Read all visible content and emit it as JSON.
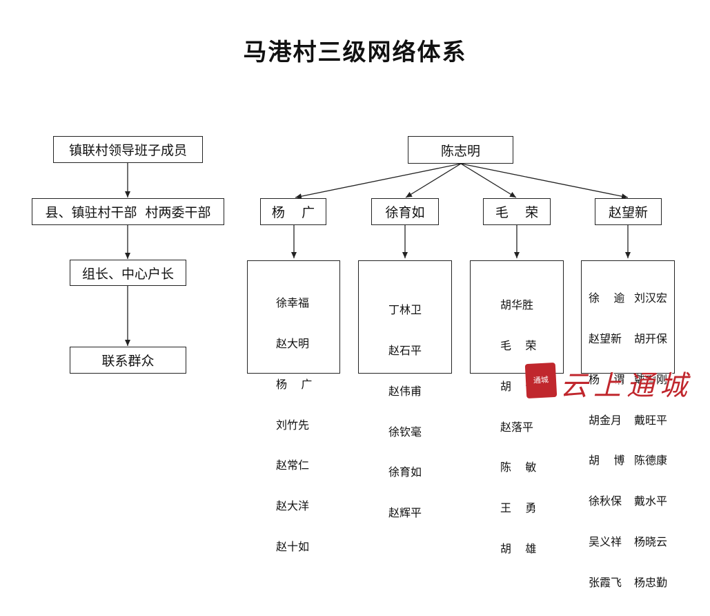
{
  "title": "马港村三级网络体系",
  "left_chain": [
    "镇联村领导班子成员",
    "县、镇驻村干部  村两委干部",
    "组长、中心户长",
    "联系群众"
  ],
  "root": "陈志明",
  "branches": [
    {
      "name": "杨    广",
      "members": [
        "徐幸福",
        "赵大明",
        "杨    广",
        "刘竹先",
        "赵常仁",
        "赵大洋",
        "赵十如"
      ]
    },
    {
      "name": "徐育如",
      "members": [
        "丁林卫",
        "赵石平",
        "赵伟甫",
        "徐钦毫",
        "徐育如",
        "赵辉平"
      ]
    },
    {
      "name": "毛    荣",
      "members": [
        "胡华胜",
        "毛    荣",
        "胡    伟",
        "赵落平",
        "陈    敏",
        "王    勇",
        "胡    雄"
      ]
    },
    {
      "name": "赵望新",
      "members_col1": [
        "徐    逾",
        "赵望新",
        "杨    谓",
        "胡金月",
        "胡    博",
        "徐秋保",
        "吴义祥",
        "张霞飞"
      ],
      "members_col2": [
        "刘汉宏",
        "胡开保",
        "戴雪刚",
        "戴旺平",
        "陈德康",
        "戴水平",
        "杨晓云",
        "杨忠勤"
      ]
    }
  ],
  "watermark": {
    "seal_text": "通城",
    "text": "云上通城",
    "color": "#c0272d"
  }
}
